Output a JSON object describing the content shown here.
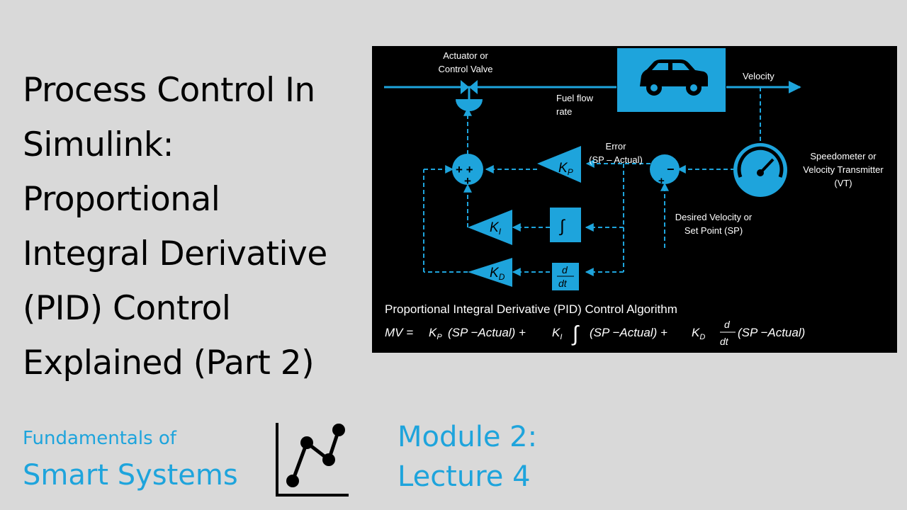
{
  "title": {
    "lines": [
      "Process Control In",
      "Simulink:",
      "Proportional",
      "Integral Derivative",
      "(PID) Control",
      "Explained (Part 2)"
    ]
  },
  "branding": {
    "line1": "Fundamentals of",
    "line2": "Smart Systems",
    "logo_icon": "line-chart-icon"
  },
  "module": {
    "line1": "Module 2:",
    "line2": "Lecture 4"
  },
  "diagram": {
    "actuator_label_1": "Actuator or",
    "actuator_label_2": "Control Valve",
    "velocity_label": "Velocity",
    "fuel_label_1": "Fuel flow",
    "fuel_label_2": "rate",
    "error_label_1": "Error",
    "error_label_2": "(SP – Actual)",
    "speedometer_label_1": "Speedometer or",
    "speedometer_label_2": "Velocity Transmitter",
    "speedometer_label_3": "(VT)",
    "setpoint_label_1": "Desired Velocity or",
    "setpoint_label_2": "Set Point (SP)",
    "kp": "K",
    "kp_sub": "P",
    "ki": "K",
    "ki_sub": "I",
    "kd": "K",
    "kd_sub": "D",
    "integral_symbol": "∫",
    "deriv_num": "d",
    "deriv_den": "dt",
    "sum_signs": "+ +",
    "sum_bottom_sign": "+",
    "comparator_minus": "−",
    "comparator_plus": "+",
    "algorithm_title": "Proportional Integral Derivative (PID) Control Algorithm",
    "eq_mv": "MV =",
    "eq_kp": "K",
    "eq_kp_sub": "P",
    "eq_term1": "(SP −Actual) +",
    "eq_ki": "K",
    "eq_ki_sub": "I",
    "eq_integral": "∫",
    "eq_term2": "(SP −Actual) +",
    "eq_kd": "K",
    "eq_kd_sub": "D",
    "eq_d": "d",
    "eq_dt": "dt",
    "eq_term3": "(SP −Actual)",
    "icons": [
      "car-icon",
      "speedometer-icon",
      "valve-icon"
    ],
    "accent_color": "#1ea4dc",
    "background_color": "#000000"
  }
}
